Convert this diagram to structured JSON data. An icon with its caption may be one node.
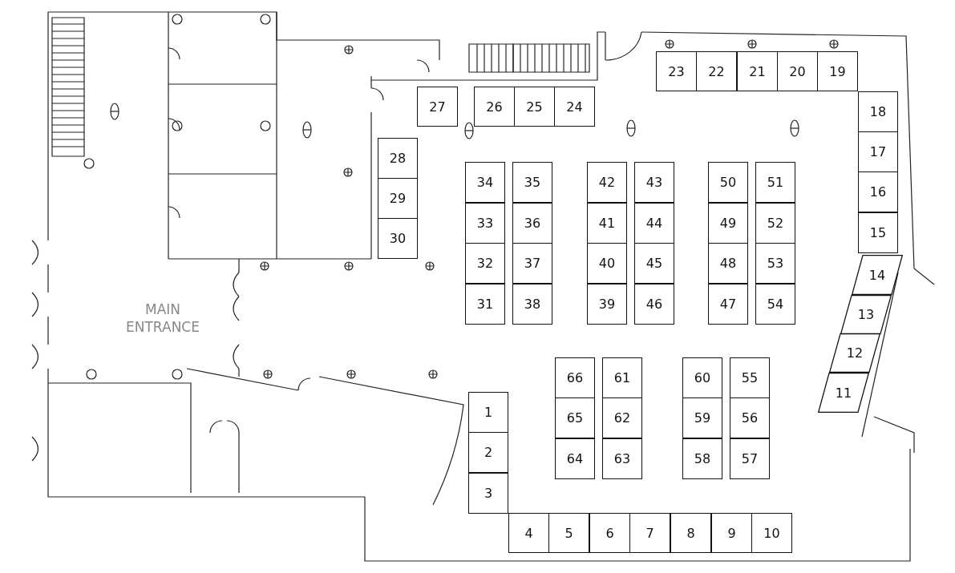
{
  "diagram": {
    "nodes": [
      {
        "text": [
          "1"
        ]
      },
      {
        "text": [
          "2"
        ]
      },
      {
        "text": [
          "3"
        ]
      },
      {
        "text": [
          "4"
        ]
      },
      {
        "text": [
          "5"
        ]
      },
      {
        "text": [
          "6"
        ]
      },
      {
        "text": [
          "7"
        ]
      },
      {
        "text": [
          "8"
        ]
      },
      {
        "text": [
          "9"
        ]
      },
      {
        "text": [
          "10"
        ]
      },
      {
        "text": [
          "11"
        ]
      },
      {
        "text": [
          "12"
        ]
      },
      {
        "text": [
          "13"
        ]
      },
      {
        "text": [
          "14"
        ]
      },
      {
        "text": [
          "15"
        ]
      },
      {
        "text": [
          "16"
        ]
      },
      {
        "text": [
          "17"
        ]
      },
      {
        "text": [
          "18"
        ]
      },
      {
        "text": [
          "19"
        ]
      },
      {
        "text": [
          "20"
        ]
      },
      {
        "text": [
          "21"
        ]
      },
      {
        "text": [
          "22"
        ]
      },
      {
        "text": [
          "23"
        ]
      },
      {
        "text": [
          "24"
        ]
      },
      {
        "text": [
          "25"
        ]
      },
      {
        "text": [
          "26"
        ]
      },
      {
        "text": [
          "27"
        ]
      },
      {
        "text": [
          "28"
        ]
      },
      {
        "text": [
          "29"
        ]
      },
      {
        "text": [
          "30"
        ]
      },
      {
        "text": [
          "31"
        ]
      },
      {
        "text": [
          "32"
        ]
      },
      {
        "text": [
          "33"
        ]
      },
      {
        "text": [
          "34"
        ]
      },
      {
        "text": [
          "35"
        ]
      },
      {
        "text": [
          "36"
        ]
      },
      {
        "text": [
          "37"
        ]
      },
      {
        "text": [
          "38"
        ]
      },
      {
        "text": [
          "39"
        ]
      },
      {
        "text": [
          "40"
        ]
      },
      {
        "text": [
          "41"
        ]
      },
      {
        "text": [
          "42"
        ]
      },
      {
        "text": [
          "43"
        ]
      },
      {
        "text": [
          "44"
        ]
      },
      {
        "text": [
          "45"
        ]
      },
      {
        "text": [
          "46"
        ]
      },
      {
        "text": [
          "47"
        ]
      },
      {
        "text": [
          "48"
        ]
      },
      {
        "text": [
          "49"
        ]
      },
      {
        "text": [
          "50"
        ]
      },
      {
        "text": [
          "51"
        ]
      },
      {
        "text": [
          "52"
        ]
      },
      {
        "text": [
          "53"
        ]
      },
      {
        "text": [
          "54"
        ]
      },
      {
        "text": [
          "55"
        ]
      },
      {
        "text": [
          "56"
        ]
      },
      {
        "text": [
          "57"
        ]
      },
      {
        "text": [
          "58"
        ]
      },
      {
        "text": [
          "59"
        ]
      },
      {
        "text": [
          "60"
        ]
      },
      {
        "text": [
          "61"
        ]
      },
      {
        "text": [
          "62"
        ]
      },
      {
        "text": [
          "63"
        ]
      },
      {
        "text": [
          "64"
        ]
      },
      {
        "text": [
          "65"
        ]
      },
      {
        "text": [
          "66"
        ]
      }
    ],
    "labels": [
      "MAIN ENTRANCE"
    ]
  }
}
